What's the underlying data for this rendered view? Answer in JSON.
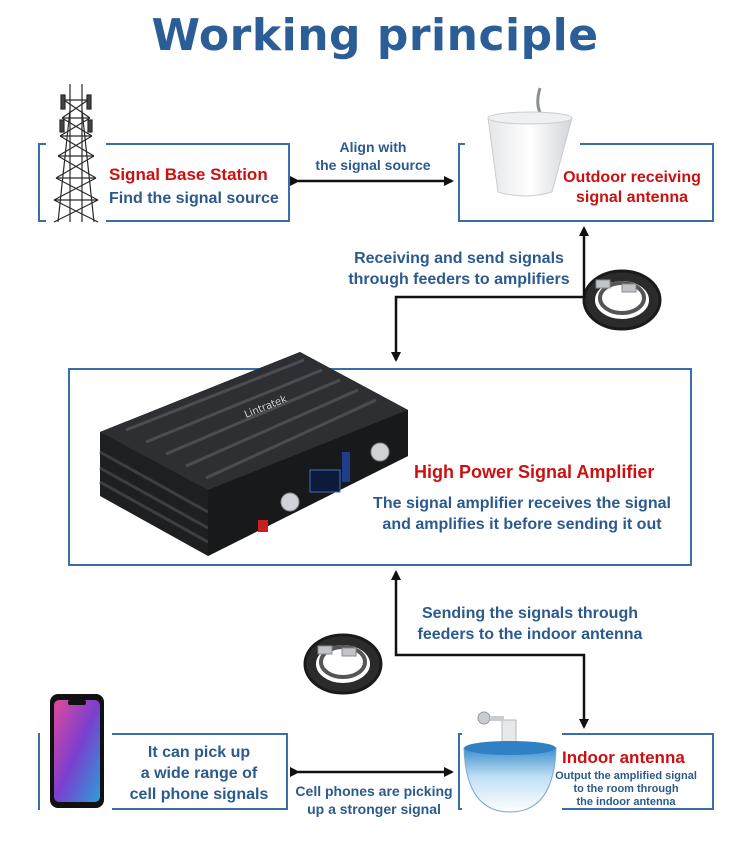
{
  "title": "Working principle",
  "base_station": {
    "name": "Signal Base Station",
    "desc": "Find the signal source"
  },
  "outdoor_antenna": {
    "line1": "Outdoor receiving",
    "line2": "signal antenna"
  },
  "align": {
    "line1": "Align with",
    "line2": "the signal source"
  },
  "receiving": {
    "line1": "Receiving and send signals",
    "line2": "through feeders to amplifiers"
  },
  "amplifier": {
    "name": "High Power Signal Amplifier",
    "line1": "The signal amplifier receives the signal",
    "line2": "and amplifies it before sending it out"
  },
  "sending": {
    "line1": "Sending the signals through",
    "line2": "feeders to the indoor antenna"
  },
  "phone": {
    "line1": "It can pick up",
    "line2": "a wide range of",
    "line3": "cell phone signals"
  },
  "picking": {
    "line1": "Cell phones are picking",
    "line2": "up a stronger signal"
  },
  "indoor_antenna": {
    "name": "Indoor antenna",
    "line1": "Output the amplified signal",
    "line2": "to the room through",
    "line3": "the indoor antenna"
  },
  "amp_brand": "Lintratek",
  "colors": {
    "accent_blue": "#2b5e97",
    "frame_blue": "#3a6ea8",
    "label_red": "#cc1010"
  },
  "icons": [
    "tower-icon",
    "outdoor-antenna-icon",
    "cable-coil-icon",
    "amplifier-icon",
    "smartphone-icon",
    "ceiling-antenna-icon"
  ]
}
